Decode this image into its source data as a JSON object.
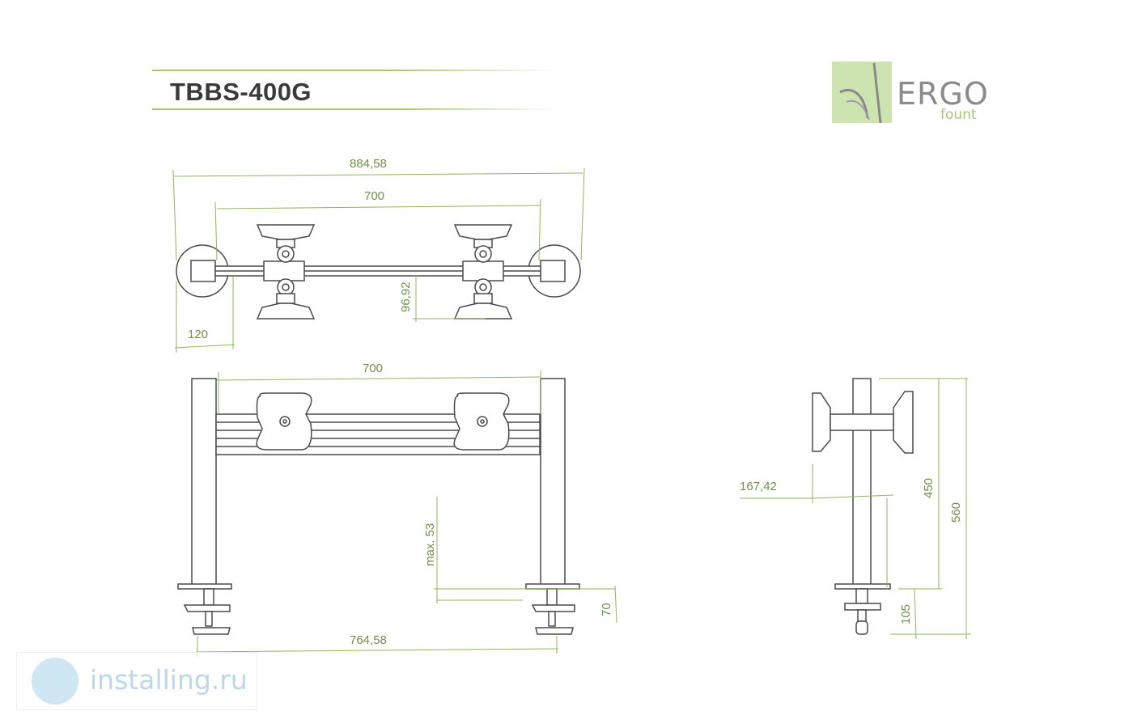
{
  "header": {
    "title": "TBBS-400G"
  },
  "logo": {
    "word": "ERGO",
    "sub": "fount"
  },
  "dimensions": {
    "top_total_width": "884,58",
    "top_spacing": "700",
    "base_depth": "120",
    "offset_vertical": "96,92",
    "front_spacing": "700",
    "clamp_thickness": "max. 53",
    "clamp_height": "70",
    "base_span": "764,58",
    "side_offset": "167,42",
    "side_mount_height": "450",
    "side_total_height": "560",
    "side_clamp": "105"
  },
  "watermark": {
    "text": "installing.ru"
  },
  "colors": {
    "dimension": "#8fb55a",
    "line": "#4a4a4a",
    "accent": "#a8c86a"
  }
}
